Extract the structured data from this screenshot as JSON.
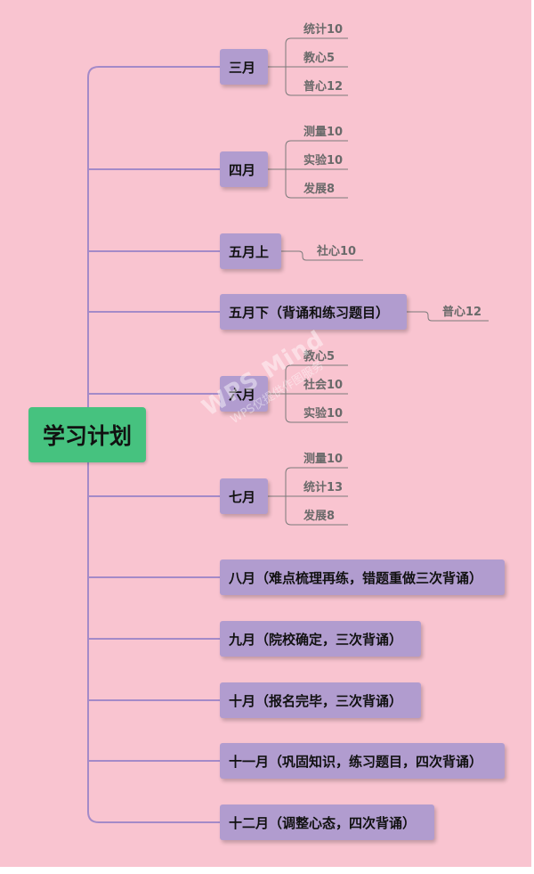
{
  "root": {
    "label": "学习计划"
  },
  "colors": {
    "background": "#f9c4d0",
    "root_fill": "#46c27f",
    "month_fill": "#b19ccf",
    "line": "#a48ac8",
    "leaf_line": "#7a7a7a",
    "leaf_text": "#6a6a6a"
  },
  "months": [
    {
      "label": "三月",
      "leaves": [
        "统计10",
        "教心5",
        "普心12"
      ]
    },
    {
      "label": "四月",
      "leaves": [
        "测量10",
        "实验10",
        "发展8"
      ]
    },
    {
      "label": "五月上",
      "leaves": [
        "社心10"
      ]
    },
    {
      "label": "五月下（背诵和练习题目）",
      "leaves": [
        "普心12"
      ]
    },
    {
      "label": "六月",
      "leaves": [
        "教心5",
        "社会10",
        "实验10"
      ]
    },
    {
      "label": "七月",
      "leaves": [
        "测量10",
        "统计13",
        "发展8"
      ]
    },
    {
      "label": "八月（难点梳理再练，错题重做三次背诵）",
      "leaves": []
    },
    {
      "label": "九月（院校确定，三次背诵）",
      "leaves": []
    },
    {
      "label": "十月（报名完毕，三次背诵）",
      "leaves": []
    },
    {
      "label": "十一月（巩固知识，练习题目，四次背诵）",
      "leaves": []
    },
    {
      "label": "十二月（调整心态，四次背诵）",
      "leaves": []
    }
  ],
  "watermark": {
    "line1": "WPS Mind",
    "line2": "WPS仅提供作图服务"
  }
}
